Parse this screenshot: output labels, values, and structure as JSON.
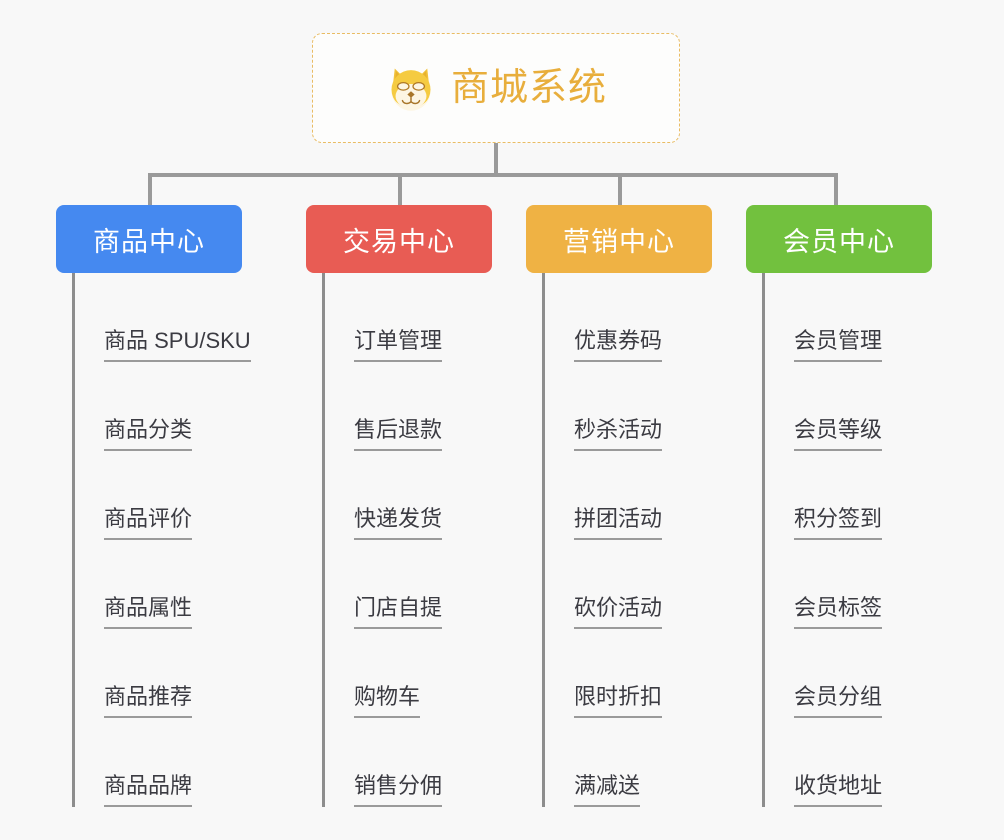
{
  "root": {
    "title": "商城系统",
    "icon": "shiba-inu-dog-face-emoji",
    "title_color": "#e8ae3c",
    "border_color": "#e9bc63"
  },
  "colors": {
    "background": "#f8f8f8",
    "connector": "#9a9a9a",
    "leaf_text": "#3b3b42",
    "leaf_underline": "#9a9a9a"
  },
  "categories": [
    {
      "label": "商品中心",
      "color": "#4589f0",
      "items": [
        "商品 SPU/SKU",
        "商品分类",
        "商品评价",
        "商品属性",
        "商品推荐",
        "商品品牌"
      ]
    },
    {
      "label": "交易中心",
      "color": "#e85c54",
      "items": [
        "订单管理",
        "售后退款",
        "快递发货",
        "门店自提",
        "购物车",
        "销售分佣"
      ]
    },
    {
      "label": "营销中心",
      "color": "#efb244",
      "items": [
        "优惠券码",
        "秒杀活动",
        "拼团活动",
        "砍价活动",
        "限时折扣",
        "满减送"
      ]
    },
    {
      "label": "会员中心",
      "color": "#72c13e",
      "items": [
        "会员管理",
        "会员等级",
        "积分签到",
        "会员标签",
        "会员分组",
        "收货地址"
      ]
    }
  ]
}
